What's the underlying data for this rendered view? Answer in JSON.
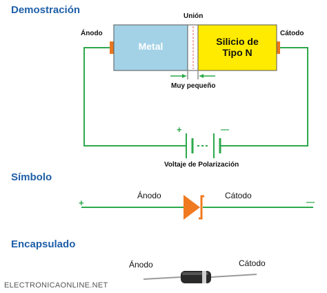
{
  "demo": {
    "title": "Demostración",
    "union_label": "Unión",
    "anodo_label": "Ánodo",
    "catodo_label": "Cátodo",
    "metal_label": "Metal",
    "silicio_line1": "Silicio de",
    "silicio_line2": "Tipo N",
    "small_label": "Muy pequeño",
    "plus": "+",
    "minus": "—",
    "battery_label": "Voltaje de Polarización",
    "colors": {
      "metal": "#a3d2e6",
      "silicio": "#ffeb00",
      "wire": "#2ca84a",
      "terminal": "#e87722",
      "arrow": "#2ca84a",
      "junction": "#e06060"
    }
  },
  "symbol": {
    "title": "Símbolo",
    "plus": "+",
    "minus": "—",
    "anodo_label": "Ánodo",
    "catodo_label": "Cátodo",
    "colors": {
      "diode": "#f07a20",
      "wire": "#2ca84a"
    }
  },
  "package": {
    "title": "Encapsulado",
    "anodo_label": "Ánodo",
    "catodo_label": "Cátodo"
  },
  "watermark": "ELECTRONICAONLINE.NET"
}
